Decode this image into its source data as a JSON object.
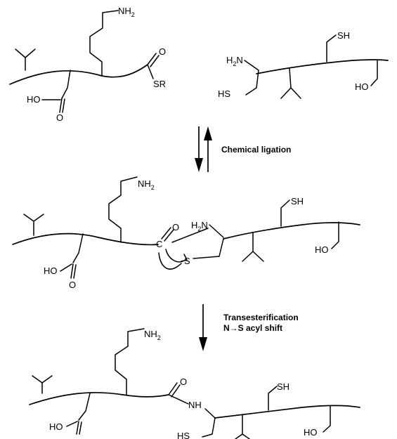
{
  "atoms": {
    "amine": "NH",
    "amine_sub": "2",
    "amine_left": "H",
    "amine_left_n": "N",
    "thiol": "SH",
    "thiol_left": "HS",
    "hydroxyl": "HO",
    "carbonyl_o": "O",
    "thioester_sr": "SR",
    "carbon": "C",
    "sulfur": "S",
    "amide_nh": "NH"
  },
  "steps": {
    "ligation": "Chemical ligation",
    "transesterification": "Transesterification",
    "shift": "N→S acyl shift"
  }
}
